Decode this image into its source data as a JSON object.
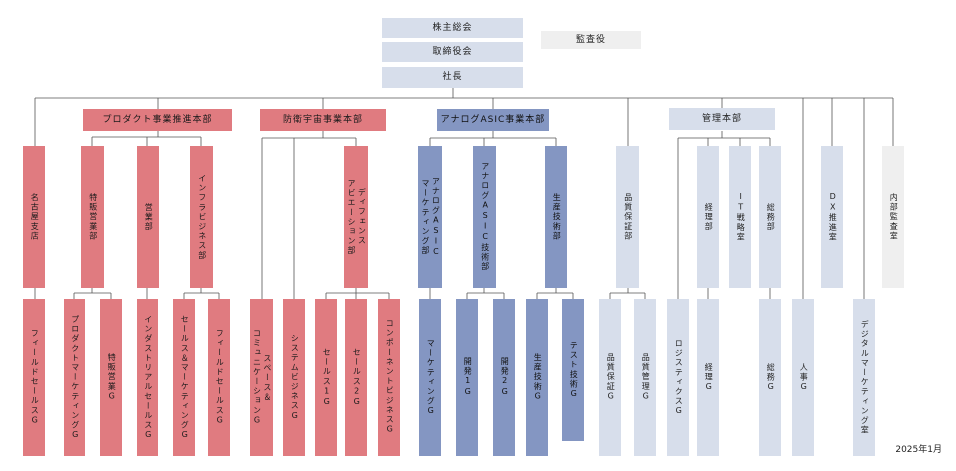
{
  "top": {
    "shareholders": "株主総会",
    "board": "取締役会",
    "president": "社長",
    "auditor": "監査役"
  },
  "divisions": {
    "product": "プロダクト事業推進本部",
    "defense": "防衛宇宙事業本部",
    "analog": "アナログASIC事業本部",
    "admin": "管理本部"
  },
  "depts": {
    "nagoya": "名古屋支店",
    "tokuhan": "特販営業部",
    "eigyo": "営業部",
    "infra": "インフラビジネス部",
    "defense_av": "ディフェンス\nアビエーション部",
    "analog_mkt": "アナログASIC\nマーケティング部",
    "analog_tech": "アナログASIC技術部",
    "seisan": "生産技術部",
    "quality": "品質保証部",
    "keiri": "経理部",
    "it": "IT戦略室",
    "soumu": "総務部",
    "dx": "DX推進室",
    "audit_int": "内部監査室"
  },
  "groups": {
    "field1": "フィールドセールスG",
    "prodmkt": "プロダクトマーケティングG",
    "tokuhan_g": "特販営業G",
    "industrial": "インダストリアルセールスG",
    "salesmkt": "セールス＆マーケティングG",
    "field2": "フィールドセールスG",
    "space": "スペース＆\nコミュニケーションG",
    "system": "システムビジネスG",
    "sales1": "セールス1G",
    "sales2": "セールス2G",
    "component": "コンポーネントビジネスG",
    "mkt": "マーケティングG",
    "dev1": "開発1G",
    "dev2": "開発2G",
    "seisan_g": "生産技術G",
    "test": "テスト技術G",
    "qa": "品質保証G",
    "qm": "品質管理G",
    "logistics": "ロジスティクスG",
    "keiri_g": "経理G",
    "soumu_g": "総務G",
    "jinji": "人事G",
    "digital": "デジタルマーケティング室"
  },
  "date": "2025年1月"
}
